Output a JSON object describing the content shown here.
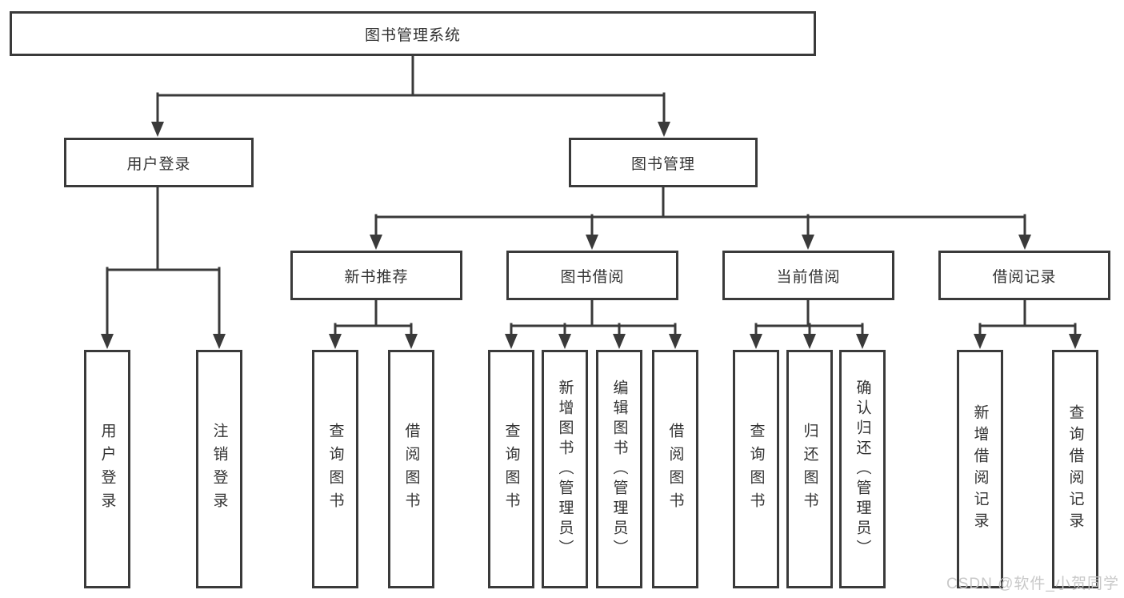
{
  "colors": {
    "background": "#ffffff",
    "line": "#3a3a3a",
    "box_border": "#3a3a3a",
    "text": "#333333",
    "watermark": "#c6c6c6"
  },
  "diagram": {
    "root": {
      "id": "library-management-system",
      "label": "图书管理系统"
    },
    "level2": [
      {
        "id": "user-login",
        "label": "用户登录",
        "parent": "library-management-system"
      },
      {
        "id": "book-management",
        "label": "图书管理",
        "parent": "library-management-system"
      }
    ],
    "level3": [
      {
        "id": "new-book-recommend",
        "label": "新书推荐",
        "parent": "book-management"
      },
      {
        "id": "book-borrowing",
        "label": "图书借阅",
        "parent": "book-management"
      },
      {
        "id": "current-borrowing",
        "label": "当前借阅",
        "parent": "book-management"
      },
      {
        "id": "borrowing-records",
        "label": "借阅记录",
        "parent": "book-management"
      }
    ],
    "leaves": [
      {
        "id": "user-login-leaf",
        "label": "用户登录",
        "parent": "user-login"
      },
      {
        "id": "logout",
        "label": "注销登录",
        "parent": "user-login"
      },
      {
        "id": "query-books-recommend",
        "label": "查询图书",
        "parent": "new-book-recommend"
      },
      {
        "id": "borrow-books-recommend",
        "label": "借阅图书",
        "parent": "new-book-recommend"
      },
      {
        "id": "query-books-borrowing",
        "label": "查询图书",
        "parent": "book-borrowing"
      },
      {
        "id": "add-books-admin",
        "label": "新增图书（管理员）",
        "parent": "book-borrowing"
      },
      {
        "id": "edit-books-admin",
        "label": "编辑图书（管理员）",
        "parent": "book-borrowing"
      },
      {
        "id": "borrow-books-borrowing",
        "label": "借阅图书",
        "parent": "book-borrowing"
      },
      {
        "id": "query-books-current",
        "label": "查询图书",
        "parent": "current-borrowing"
      },
      {
        "id": "return-books",
        "label": "归还图书",
        "parent": "current-borrowing"
      },
      {
        "id": "confirm-return-admin",
        "label": "确认归还（管理员）",
        "parent": "current-borrowing"
      },
      {
        "id": "add-borrow-record",
        "label": "新增借阅记录",
        "parent": "borrowing-records"
      },
      {
        "id": "query-borrow-record",
        "label": "查询借阅记录",
        "parent": "borrowing-records"
      }
    ]
  },
  "watermark": {
    "text": "CSDN @软件_小贺同学"
  }
}
